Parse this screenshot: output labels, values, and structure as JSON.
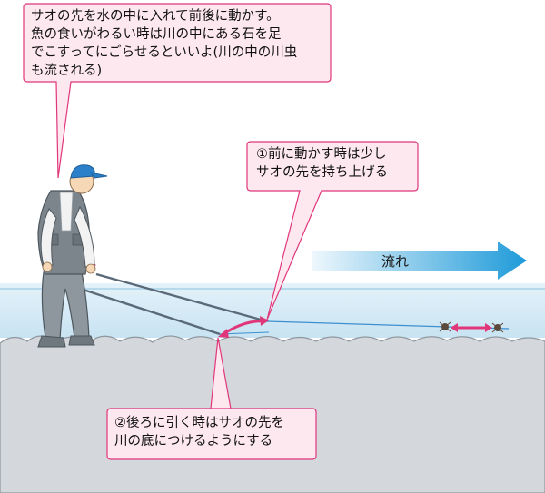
{
  "callouts": {
    "top": {
      "lines": [
        "サオの先を水の中に入れて前後に動かす。",
        "魚の食いがわるい時は川の中にある石を足",
        "でこすってにごらせるといいよ(川の中の川虫",
        "も流される)"
      ]
    },
    "step1": {
      "lines": [
        "①前に動かす時は少し",
        "サオの先を持ち上げる"
      ]
    },
    "step2": {
      "lines": [
        "②後ろに引く時はサオの先を",
        "川の底につけるようにする"
      ]
    }
  },
  "flow_arrow": {
    "label": "流れ"
  },
  "colors": {
    "callout_border": "#e0367a",
    "callout_fill": "#fde8ef",
    "arrow_pink": "#e0367a",
    "water": "#cfe6f3",
    "riverbed": "#d5d9dc",
    "flow_gradient_start": "#e8f4fb",
    "flow_gradient_end": "#2ea3de",
    "angler_cap": "#2c80c9"
  }
}
